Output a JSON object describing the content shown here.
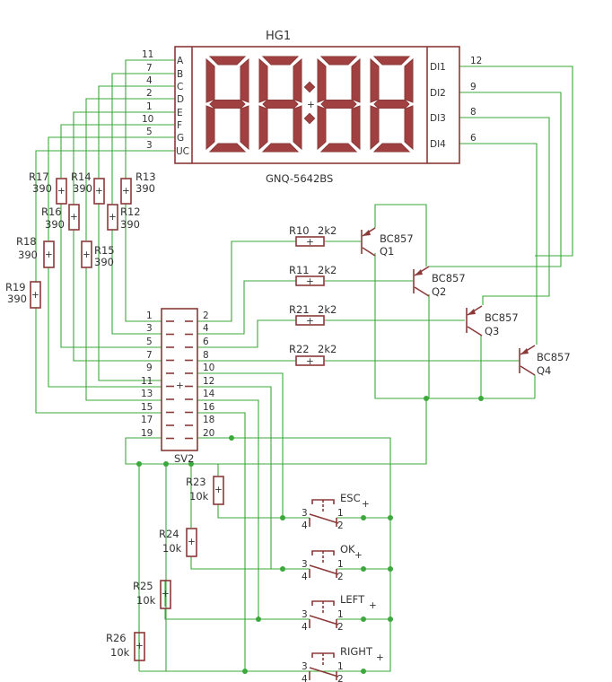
{
  "display": {
    "name": "HG1",
    "part": "GNQ-5642BS",
    "segments": [
      "A",
      "B",
      "C",
      "D",
      "E",
      "F",
      "G",
      "UC"
    ],
    "segment_pins": [
      "11",
      "7",
      "4",
      "2",
      "1",
      "10",
      "5",
      "3"
    ],
    "digits": [
      "DI1",
      "DI2",
      "DI3",
      "DI4"
    ],
    "digit_pins": [
      "12",
      "9",
      "8",
      "6"
    ]
  },
  "resistors": [
    {
      "name": "R17",
      "value": "390"
    },
    {
      "name": "R14",
      "value": "390"
    },
    {
      "name": "R13",
      "value": "390"
    },
    {
      "name": "R16",
      "value": "390"
    },
    {
      "name": "R12",
      "value": "390"
    },
    {
      "name": "R18",
      "value": "390"
    },
    {
      "name": "R15",
      "value": "390"
    },
    {
      "name": "R19",
      "value": "390"
    },
    {
      "name": "R10",
      "value": "2k2"
    },
    {
      "name": "R11",
      "value": "2k2"
    },
    {
      "name": "R21",
      "value": "2k2"
    },
    {
      "name": "R22",
      "value": "2k2"
    },
    {
      "name": "R23",
      "value": "10k"
    },
    {
      "name": "R24",
      "value": "10k"
    },
    {
      "name": "R25",
      "value": "10k"
    },
    {
      "name": "R26",
      "value": "10k"
    }
  ],
  "transistors": [
    {
      "type": "BC857",
      "name": "Q1"
    },
    {
      "type": "BC857",
      "name": "Q2"
    },
    {
      "type": "BC857",
      "name": "Q3"
    },
    {
      "type": "BC857",
      "name": "Q4"
    }
  ],
  "connector": {
    "name": "SV2",
    "left_pins": [
      "1",
      "3",
      "5",
      "7",
      "9",
      "11",
      "13",
      "15",
      "17",
      "19"
    ],
    "right_pins": [
      "2",
      "4",
      "6",
      "8",
      "10",
      "12",
      "14",
      "16",
      "18",
      "20"
    ]
  },
  "buttons": [
    {
      "name": "ESC",
      "pins": [
        "3",
        "4",
        "1",
        "2"
      ]
    },
    {
      "name": "OK",
      "pins": [
        "3",
        "4",
        "1",
        "2"
      ]
    },
    {
      "name": "LEFT",
      "pins": [
        "3",
        "4",
        "1",
        "2"
      ]
    },
    {
      "name": "RIGHT",
      "pins": [
        "3",
        "4",
        "1",
        "2"
      ]
    }
  ],
  "colors": {
    "wire": "#3aa83a",
    "part": "#8b3a3a",
    "segment": "#a04040"
  }
}
